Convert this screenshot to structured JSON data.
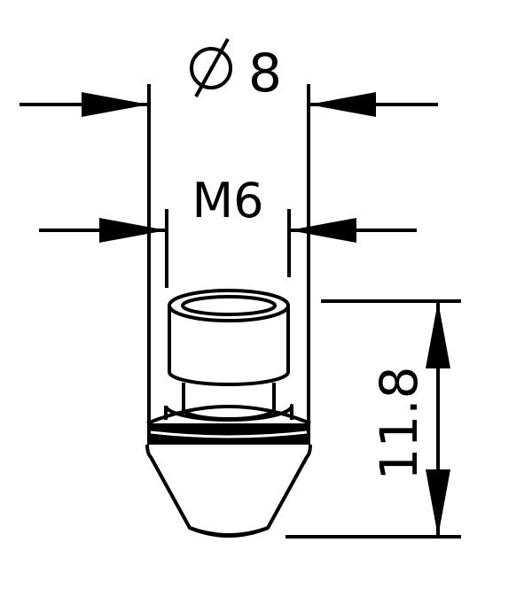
{
  "dimensions": {
    "outer_diameter": {
      "symbol": "⌀",
      "value": "8"
    },
    "thread": "M6",
    "height": "11.8"
  },
  "colors": {
    "line": "#000000",
    "background": "#ffffff"
  }
}
